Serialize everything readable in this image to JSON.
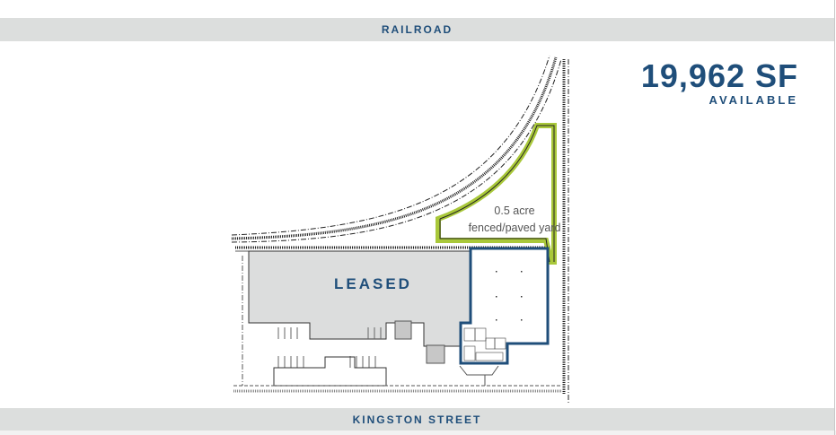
{
  "streets": {
    "top": "RAILROAD",
    "bottom": "KINGSTON STREET"
  },
  "headline": {
    "area": "19,962 SF",
    "status": "AVAILABLE"
  },
  "plan": {
    "leased_label": "LEASED",
    "yard_label_line1": "0.5 acre",
    "yard_label_line2": "fenced/paved yard"
  },
  "colors": {
    "brand_blue": "#1f4e7a",
    "yard_green": "#a9c83a",
    "band_gray": "#dcdedd",
    "leased_gray": "#dcdddd"
  }
}
